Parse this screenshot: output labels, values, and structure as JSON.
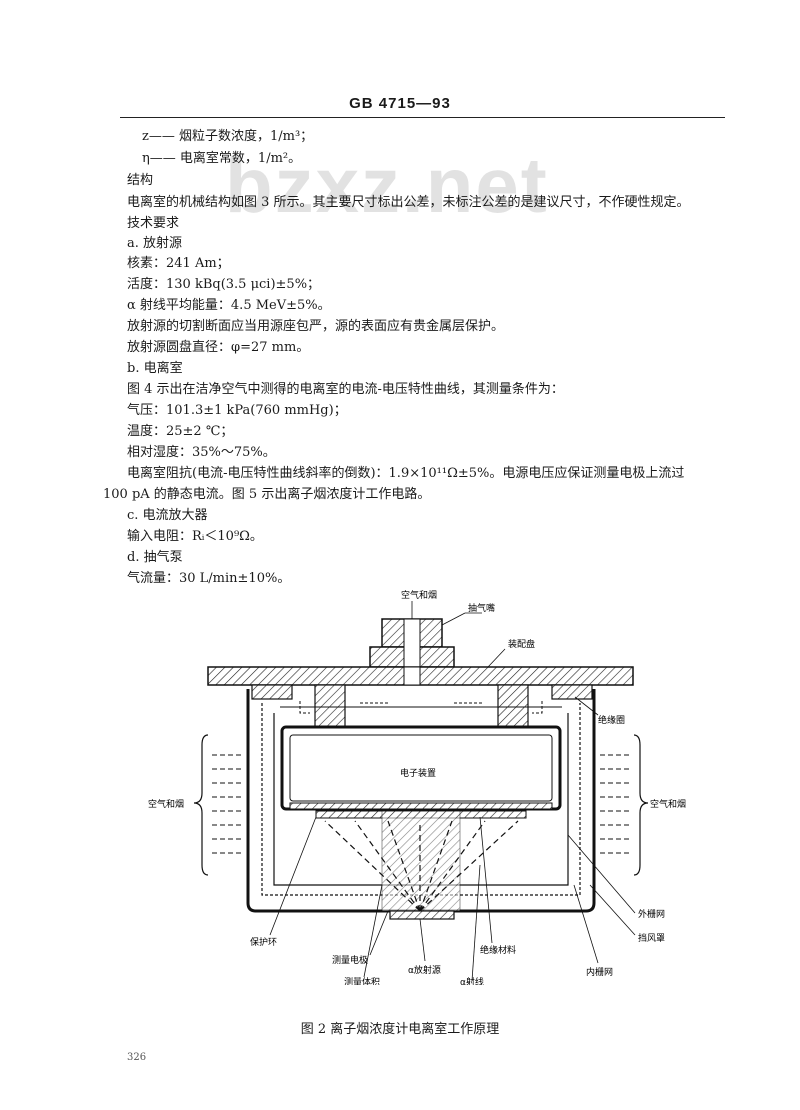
{
  "header": {
    "standard_no": "GB  4715—93"
  },
  "watermark": "bzxz.net",
  "lines": [
    "z—— 烟粒子数浓度，1/m³；",
    "η—— 电离室常数，1/m²。",
    "结构",
    "电离室的机械结构如图 3 所示。其主要尺寸标出公差，未标注公差的是建议尺寸，不作硬性规定。",
    "技术要求",
    "a.   放射源",
    "核素：241 Am；",
    "活度：130 kBq(3.5 μci)±5%；",
    "α 射线平均能量：4.5 MeV±5%。",
    "放射源的切割断面应当用源座包严，源的表面应有贵金属层保护。",
    "放射源圆盘直径：φ=27 mm。",
    "b.   电离室",
    "图 4 示出在洁净空气中测得的电离室的电流-电压特性曲线，其测量条件为：",
    "气压：101.3±1 kPa(760 mmHg)；",
    "温度：25±2 ℃；",
    "相对湿度：35%～75%。",
    "电离室阻抗(电流-电压特性曲线斜率的倒数)：1.9×10¹¹Ω±5%。电源电压应保证测量电极上流过",
    "100 pA 的静态电流。图 5 示出离子烟浓度计工作电路。",
    "c.   电流放大器",
    "输入电阻：Rᵢ＜10⁹Ω。",
    "d.   抽气泵",
    "气流量：30 L/min±10%。"
  ],
  "figure": {
    "labels": {
      "air_smoke_top": "空气和烟",
      "suction_nozzle": "抽气嘴",
      "mounting_plate": "装配盘",
      "insulating_ring": "绝缘圈",
      "electronics": "电子装置",
      "air_smoke_left": "空气和烟",
      "air_smoke_right": "空气和烟",
      "outer_grid": "外栅网",
      "wind_shield": "挡风罩",
      "guard_ring": "保护环",
      "measuring_electrode": "测量电极",
      "alpha_source": "α放射源",
      "insulating_material": "绝缘材料",
      "inner_grid": "内栅网",
      "measuring_volume": "测量体积",
      "alpha_rays": "α射线"
    },
    "caption": "图 2   离子烟浓度计电离室工作原理"
  },
  "page_number": "326"
}
